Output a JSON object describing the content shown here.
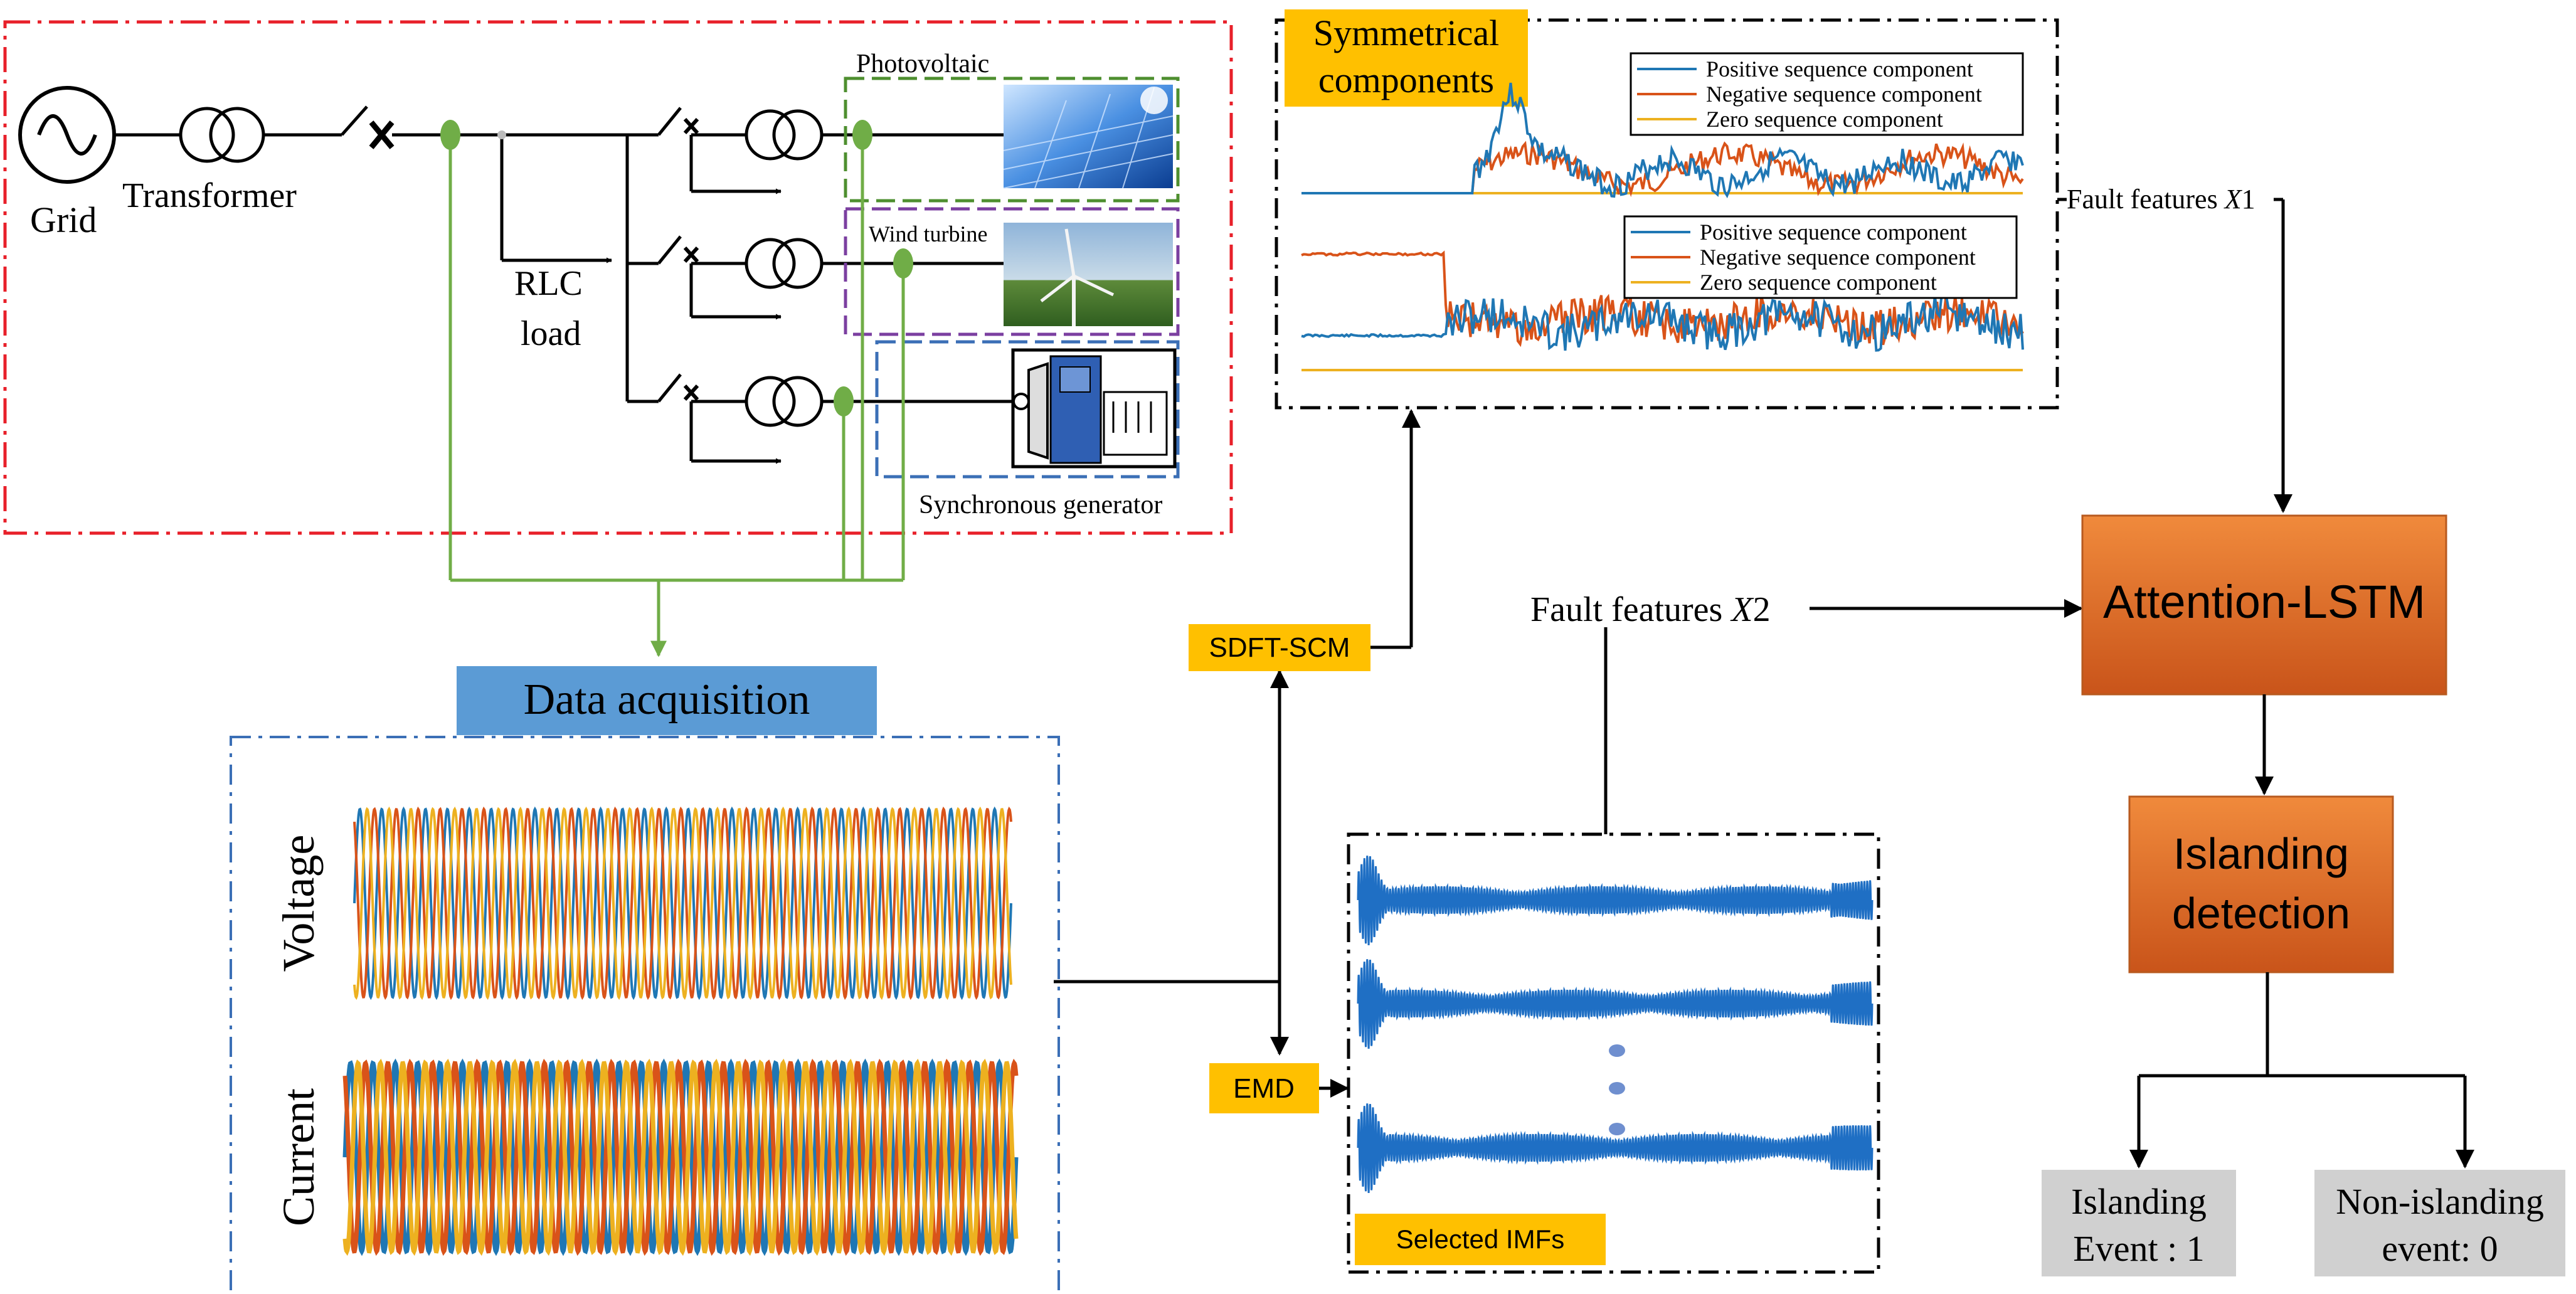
{
  "labels": {
    "grid": "Grid",
    "transformer": "Transformer",
    "rlc_line1": "RLC",
    "rlc_line2": "load",
    "photovoltaic": "Photovoltaic",
    "wind_turbine": "Wind turbine",
    "synchronous_generator": "Synchronous generator",
    "data_acquisition": "Data acquisition",
    "voltage": "Voltage",
    "current": "Current",
    "sdft_scm": "SDFT-SCM",
    "emd": "EMD",
    "selected_imfs": "Selected IMFs",
    "symmetrical_line1": "Symmetrical",
    "symmetrical_line2": "components",
    "fault_x1_prefix": "Fault features ",
    "fault_x1_var": "X",
    "fault_x1_sub": "1",
    "fault_x2_prefix": "Fault features ",
    "fault_x2_var": "X",
    "fault_x2_sub": "2",
    "attention_lstm": "Attention-LSTM",
    "islanding_line1": "Islanding",
    "islanding_line2": "detection",
    "out_island_line1": "Islanding",
    "out_island_line2": "Event : 1",
    "out_nonisland_line1": "Non-islanding",
    "out_nonisland_line2": "event: 0"
  },
  "legend_top": [
    "Positive sequence component",
    "Negative sequence component",
    "Zero sequence component"
  ],
  "legend_bottom": [
    "Positive sequence component",
    "Negative sequence component",
    "Zero sequence component"
  ],
  "colors": {
    "positive_sequence": "#1f77b4",
    "negative_sequence": "#d95319",
    "zero_sequence": "#edb120",
    "grid_box": "#e8202a",
    "pv_box": "#4e8f2f",
    "wind_box": "#7b3fa0",
    "sg_box": "#3b6fb6",
    "measure_line": "#70ad47",
    "orange_box": "#e2712b",
    "yellow_label": "#ffc000",
    "blue_header": "#5b9bd5",
    "gray_output": "#d0d0d0",
    "imf_wave": "#1f6fc4"
  },
  "icons": [
    "ac-source-icon",
    "transformer-icon",
    "breaker-icon",
    "solar-panel-icon",
    "wind-turbine-icon",
    "generator-icon"
  ]
}
